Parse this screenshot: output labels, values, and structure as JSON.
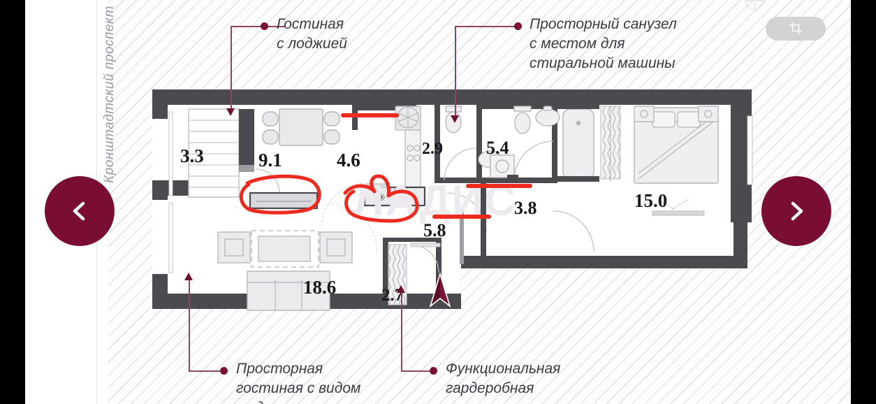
{
  "viewer": {
    "prev_label": "chevron-left",
    "next_label": "chevron-right",
    "crop_label": "crop-icon",
    "accent_color": "#7a0d33",
    "annotation_color": "#ee2a1e"
  },
  "plan": {
    "street_label": "Кронштадтский проспект",
    "watermark": "ЛАДИС",
    "compass_label": "N",
    "rooms": [
      {
        "name": "loggia",
        "area": "3.3"
      },
      {
        "name": "dining",
        "area": "9.1"
      },
      {
        "name": "kitchen",
        "area": "4.6"
      },
      {
        "name": "wc",
        "area": "2.9"
      },
      {
        "name": "bathroom",
        "area": "5.4"
      },
      {
        "name": "hall",
        "area": "3.8"
      },
      {
        "name": "bedroom",
        "area": "15.0"
      },
      {
        "name": "corridor",
        "area": "5.8"
      },
      {
        "name": "living-room",
        "area": "18.6"
      },
      {
        "name": "wardrobe",
        "area": "2.7"
      }
    ]
  },
  "callouts": [
    {
      "id": "living-loggia",
      "text": "Гостиная\nс лоджией"
    },
    {
      "id": "bathroom",
      "text": "Просторный санузел\nс местом для\nстиральной машины"
    },
    {
      "id": "living-yard",
      "text": "Просторная\nгостиная с видом\nво двор"
    },
    {
      "id": "wardrobe",
      "text": "Функциональная\nгардеробная"
    }
  ]
}
